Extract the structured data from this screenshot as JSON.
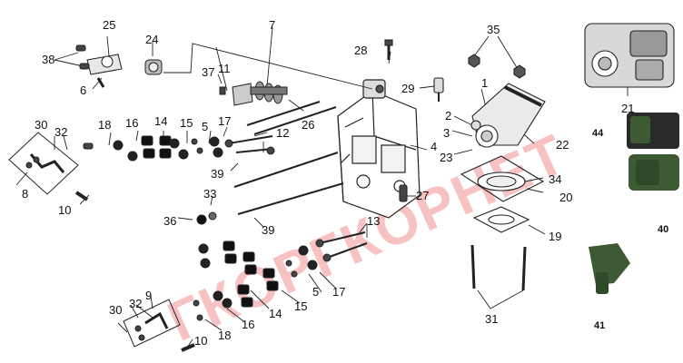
{
  "watermark": "ГКОРГКОРНЕТ",
  "callouts": {
    "c1": "1",
    "c2": "2",
    "c3": "3",
    "c4": "4",
    "c5a": "5",
    "c5b": "5",
    "c6": "6",
    "c7": "7",
    "c8": "8",
    "c9": "9",
    "c10a": "10",
    "c10b": "10",
    "c11": "11",
    "c12": "12",
    "c13": "13",
    "c14a": "14",
    "c14b": "14",
    "c15a": "15",
    "c15b": "15",
    "c16a": "16",
    "c16b": "16",
    "c17a": "17",
    "c17b": "17",
    "c18a": "18",
    "c18b": "18",
    "c19": "19",
    "c20": "20",
    "c21": "21",
    "c22": "22",
    "c23": "23",
    "c24": "24",
    "c25": "25",
    "c26": "26",
    "c27": "27",
    "c28": "28",
    "c29": "29",
    "c30a": "30",
    "c30b": "30",
    "c31": "31",
    "c32a": "32",
    "c32b": "32",
    "c33": "33",
    "c34": "34",
    "c35": "35",
    "c36": "36",
    "c37": "37",
    "c38": "38",
    "c39a": "39",
    "c39b": "39",
    "c40": "40",
    "c41": "41",
    "c44": "44"
  },
  "colors": {
    "line": "#222222",
    "part": "#333333",
    "photo_green": "#3e5a34",
    "watermark": "#e23a3a"
  }
}
